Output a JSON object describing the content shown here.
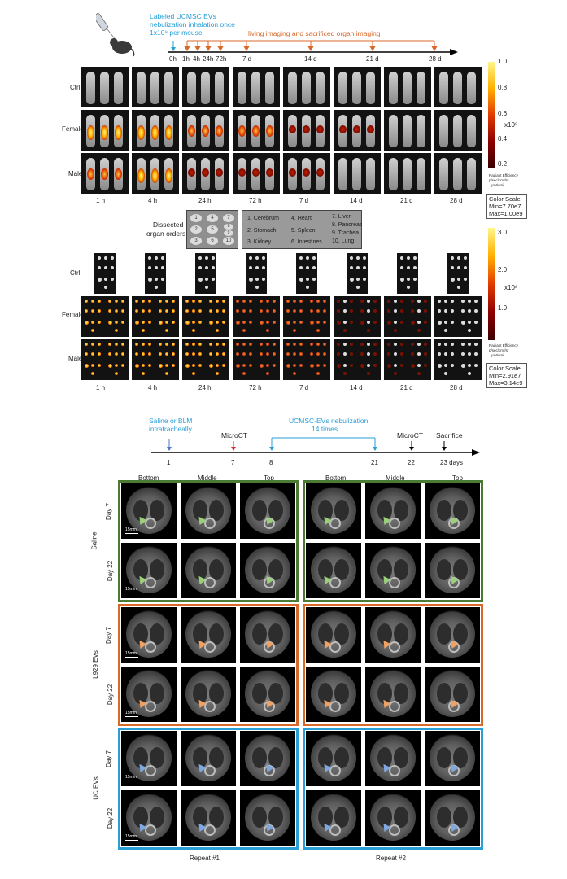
{
  "timeline1": {
    "label_line1": "Labeled UCMSC EVs",
    "label_line2": "nebulization inhalation once",
    "label_line3": "1x10⁹ per mouse",
    "imaging_label": "living imaging and sacrificed organ imaging",
    "ticks": [
      "0h",
      "1h",
      "4h",
      "24h",
      "72h",
      "7 d",
      "14 d",
      "21 d",
      "28 d"
    ]
  },
  "invivo": {
    "rows": [
      "Ctrl",
      "Female",
      "Male"
    ],
    "times": [
      "1 h",
      "4 h",
      "24 h",
      "72 h",
      "7 d",
      "14 d",
      "21 d",
      "28 d"
    ],
    "scale": {
      "ticks": [
        "1.0",
        "0.8",
        "0.6",
        "0.4",
        "0.2"
      ],
      "unit": "x10⁹",
      "caption_line1": "Radiant Efficiency",
      "caption_line2": "p/sec/cm²/sr",
      "caption_line3": "µW/cm²",
      "box_title": "Color Scale",
      "box_min": "Min=7.70e7",
      "box_max": "Max=1.00e9"
    }
  },
  "organs": {
    "title_line1": "Dissected",
    "title_line2": "organ orders",
    "tray": [
      "1",
      "4",
      "7",
      "2",
      "5",
      "8",
      "9",
      "3",
      "6",
      "10"
    ],
    "legend": [
      "1. Cerebrum",
      "4. Heart",
      "7. Liver",
      "2. Stomach",
      "5. Spleen",
      "8. Pancreas",
      "9. Trachea",
      "3. Kidney",
      "6. Intestines",
      "10. Lung"
    ]
  },
  "exvivo": {
    "rows": [
      "Ctrl",
      "Female",
      "Male"
    ],
    "times": [
      "1 h",
      "4 h",
      "24 h",
      "72 h",
      "7 d",
      "14 d",
      "21 d",
      "28 d"
    ],
    "scale": {
      "ticks": [
        "3.0",
        "2.0",
        "1.0"
      ],
      "unit": "x10⁸",
      "caption_line1": "Radiant Efficiency",
      "caption_line2": "p/sec/cm²/sr",
      "caption_line3": "µW/cm²",
      "box_title": "Color Scale",
      "box_min": "Min=2.91e7",
      "box_max": "Max=3.14e9"
    }
  },
  "timeline2": {
    "saline_line1": "Saline or BLM",
    "saline_line2": "intratracheally",
    "microct1": "MicroCT",
    "neb_line1": "UCMSC-EVs nebulization",
    "neb_line2": "14 times",
    "microct2": "MicroCT",
    "sacrifice": "Sacrifice",
    "ticks": [
      "1",
      "7",
      "8",
      "21",
      "22",
      "23 days"
    ]
  },
  "ct": {
    "columns": [
      "Bottom",
      "Middle",
      "Top",
      "Bottom",
      "Middle",
      "Top"
    ],
    "groups": [
      "Saline",
      "L929 EVs",
      "UC EVs"
    ],
    "days": [
      "Day 7",
      "Day 22"
    ],
    "scale_label": "15mm",
    "repeats": [
      "Repeat #1",
      "Repeat #2"
    ],
    "colors": {
      "saline": "#4a7a34",
      "l929": "#d9692a",
      "uc": "#2a9fd6",
      "arrow_saline": "#9ad07a",
      "arrow_l929": "#f0a060",
      "arrow_uc": "#7fa8e0"
    }
  }
}
